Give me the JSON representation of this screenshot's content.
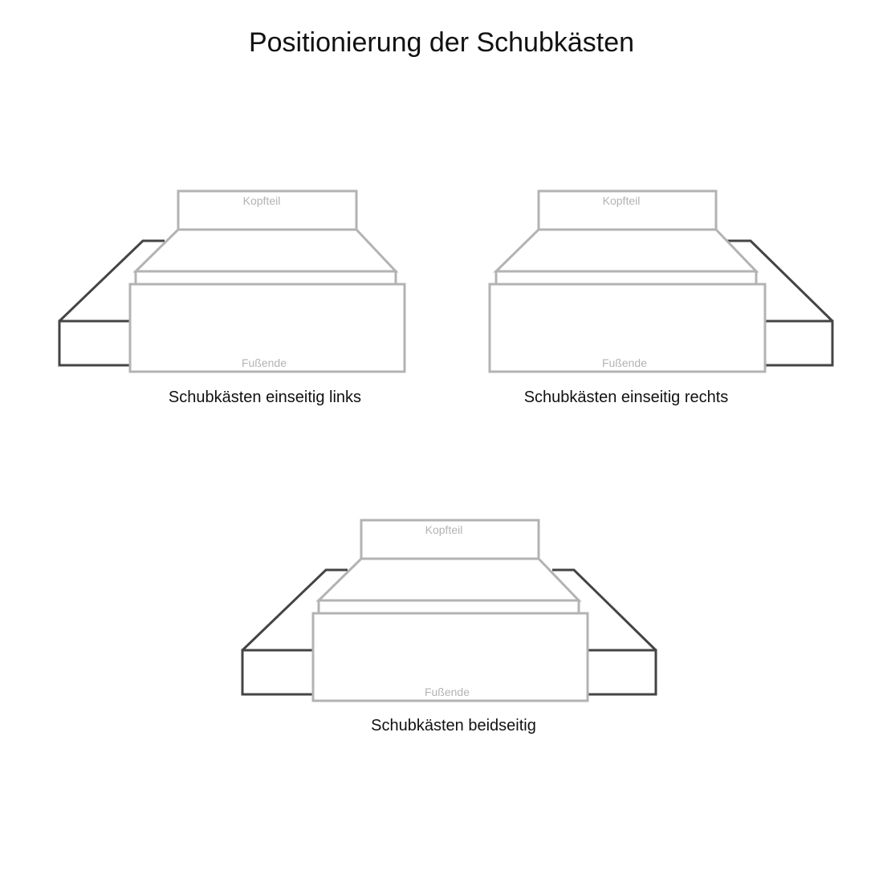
{
  "title": "Positionierung der Schubkästen",
  "colors": {
    "drawer_stroke": "#444444",
    "bed_stroke": "#b3b3b3",
    "bed_label": "#b3b3b3",
    "text": "#111111"
  },
  "variants": [
    {
      "caption": "Schubkästen einseitig links",
      "headboard_label": "Kopfteil",
      "footboard_label": "Fußende",
      "drawers": "left"
    },
    {
      "caption": "Schubkästen einseitig rechts",
      "headboard_label": "Kopfteil",
      "footboard_label": "Fußende",
      "drawers": "right"
    },
    {
      "caption": "Schubkästen beidseitig",
      "headboard_label": "Kopfteil",
      "footboard_label": "Fußende",
      "drawers": "both"
    }
  ]
}
